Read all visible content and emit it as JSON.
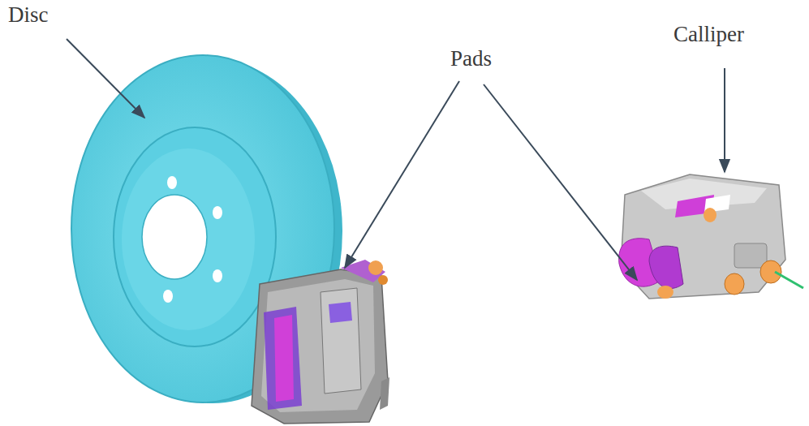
{
  "diagram": {
    "labels": [
      "Disc",
      "Pads",
      "Calliper"
    ]
  }
}
